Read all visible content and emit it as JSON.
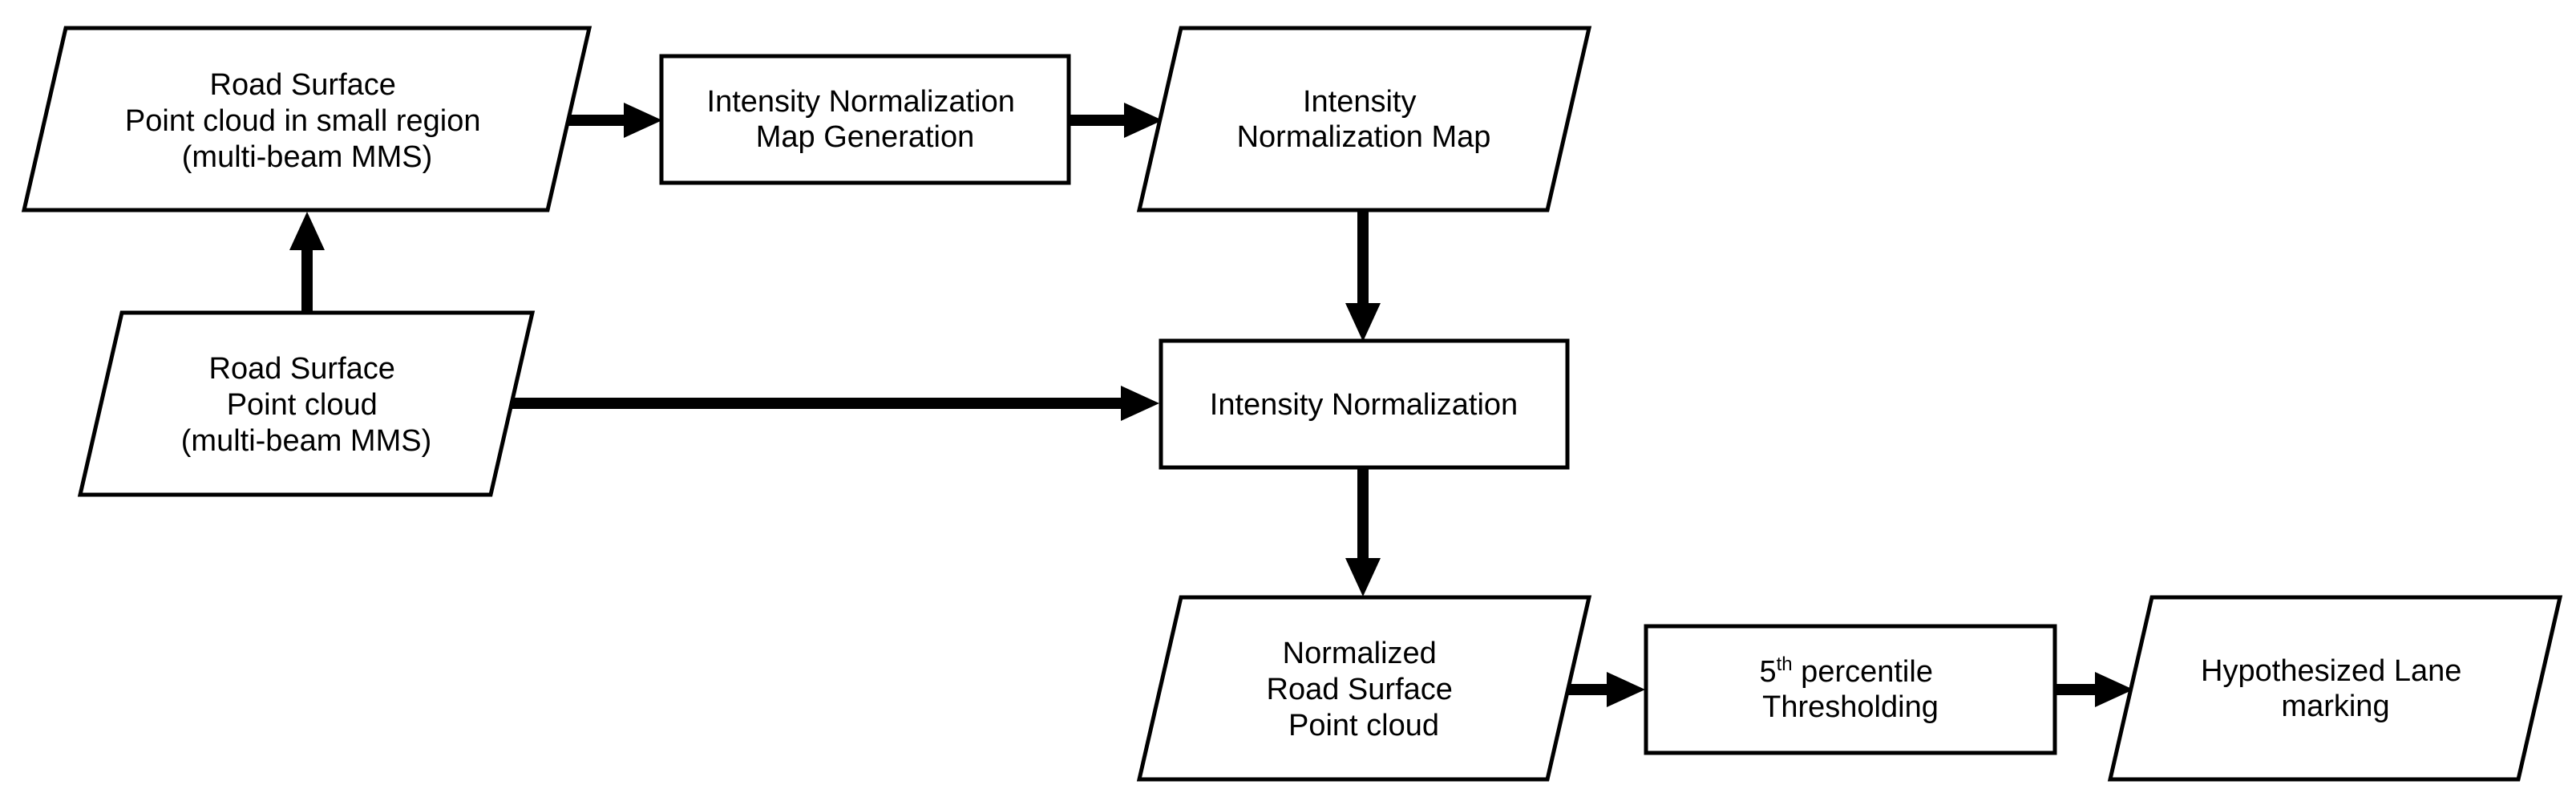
{
  "diagram": {
    "nodes": {
      "road_surface_small": {
        "shape": "parallelogram",
        "lines": [
          "Road Surface",
          "Point cloud in small region",
          "(multi-beam MMS)"
        ]
      },
      "intensity_map_generation": {
        "shape": "rectangle",
        "lines": [
          "Intensity Normalization",
          "Map Generation"
        ]
      },
      "intensity_map": {
        "shape": "parallelogram",
        "lines": [
          "Intensity",
          "Normalization Map"
        ]
      },
      "road_surface": {
        "shape": "parallelogram",
        "lines": [
          "Road Surface",
          "Point cloud",
          "(multi-beam MMS)"
        ]
      },
      "intensity_normalization": {
        "shape": "rectangle",
        "lines": [
          "Intensity Normalization"
        ]
      },
      "normalized_road_surface": {
        "shape": "parallelogram",
        "lines": [
          "Normalized",
          "Road Surface",
          "Point cloud"
        ]
      },
      "thresholding": {
        "shape": "rectangle",
        "percentile_number": "5",
        "percentile_suffix": "th",
        "percentile_word": " percentile",
        "line2": "Thresholding"
      },
      "hypothesized_lane": {
        "shape": "parallelogram",
        "lines": [
          "Hypothesized Lane",
          "marking"
        ]
      }
    },
    "edges": [
      {
        "from": "road_surface",
        "to": "road_surface_small"
      },
      {
        "from": "road_surface_small",
        "to": "intensity_map_generation"
      },
      {
        "from": "intensity_map_generation",
        "to": "intensity_map"
      },
      {
        "from": "intensity_map",
        "to": "intensity_normalization"
      },
      {
        "from": "road_surface",
        "to": "intensity_normalization"
      },
      {
        "from": "intensity_normalization",
        "to": "normalized_road_surface"
      },
      {
        "from": "normalized_road_surface",
        "to": "thresholding"
      },
      {
        "from": "thresholding",
        "to": "hypothesized_lane"
      }
    ],
    "colors": {
      "stroke": "#000000",
      "fill": "#ffffff",
      "background": "#ffffff"
    }
  }
}
